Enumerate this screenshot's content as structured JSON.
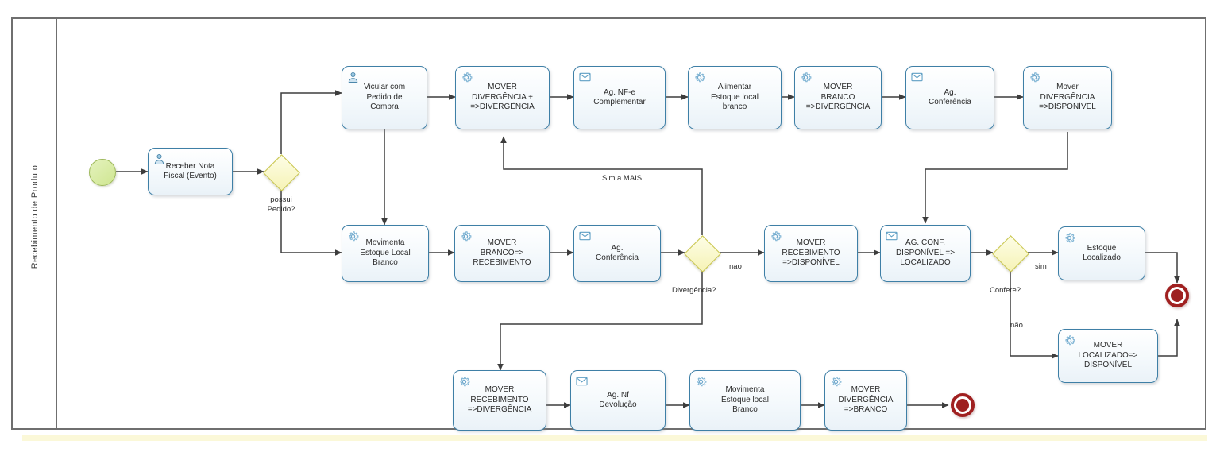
{
  "diagram": {
    "type": "bpmn-process",
    "lane_label": "Recebimento de Produto"
  },
  "events": {
    "start": {
      "name": "start-event",
      "label": ""
    },
    "end_right": {
      "name": "end-event-right",
      "label": ""
    },
    "end_bottom": {
      "name": "end-event-bottom",
      "label": ""
    }
  },
  "gateways": [
    {
      "id": "gw-possui-pedido",
      "label": "possui\nPedido?",
      "line1": "possui",
      "line2": "Pedido?"
    },
    {
      "id": "gw-divergencia",
      "label": "Divergência?",
      "line1": "Divergência?",
      "line2": ""
    },
    {
      "id": "gw-confere",
      "label": "Confere?",
      "line1": "Confere?",
      "line2": ""
    }
  ],
  "tasks": [
    {
      "id": "t-receber-nf",
      "icon": "user-icon",
      "lines": [
        "Receber Nota",
        "Fiscal (Evento)"
      ]
    },
    {
      "id": "t-vincular-pedido",
      "icon": "user-icon",
      "lines": [
        "Vicular com",
        "Pedido de",
        "Compra"
      ]
    },
    {
      "id": "t-mover-div-div",
      "icon": "gear-icon",
      "lines": [
        "MOVER",
        "DIVERGÊNCIA +",
        "=>DIVERGÊNCIA"
      ]
    },
    {
      "id": "t-ag-nfe-compl",
      "icon": "envelope-icon",
      "lines": [
        "Ag. NF-e",
        "Complementar"
      ]
    },
    {
      "id": "t-alimentar-estoque",
      "icon": "gear-icon",
      "lines": [
        "Alimentar",
        "Estoque local",
        "branco"
      ]
    },
    {
      "id": "t-mover-branco-div",
      "icon": "gear-icon",
      "lines": [
        "MOVER",
        "BRANCO",
        "=>DIVERGÊNCIA"
      ]
    },
    {
      "id": "t-ag-conferencia-1",
      "icon": "envelope-icon",
      "lines": [
        "Ag.",
        "Conferência"
      ]
    },
    {
      "id": "t-mover-div-disp",
      "icon": "gear-icon",
      "lines": [
        "Mover",
        "DIVERGÊNCIA",
        "=>DISPONÍVEL"
      ]
    },
    {
      "id": "t-movimenta-branco",
      "icon": "gear-icon",
      "lines": [
        "Movimenta",
        "Estoque Local",
        "Branco"
      ]
    },
    {
      "id": "t-mover-branco-rec",
      "icon": "gear-icon",
      "lines": [
        "MOVER",
        "BRANCO=>",
        "RECEBIMENTO"
      ]
    },
    {
      "id": "t-ag-conferencia-2",
      "icon": "envelope-icon",
      "lines": [
        "Ag.",
        "Conferência"
      ]
    },
    {
      "id": "t-mover-rec-disp",
      "icon": "gear-icon",
      "lines": [
        "MOVER",
        "RECEBIMENTO",
        "=>DISPONÍVEL"
      ]
    },
    {
      "id": "t-ag-conf-localizado",
      "icon": "envelope-icon",
      "lines": [
        "AG. CONF.",
        "DISPONÍVEL =>",
        "LOCALIZADO"
      ]
    },
    {
      "id": "t-estoque-localizado",
      "icon": "gear-icon",
      "lines": [
        "Estoque",
        "Localizado"
      ]
    },
    {
      "id": "t-mover-loc-disp",
      "icon": "gear-icon",
      "lines": [
        "MOVER",
        "LOCALIZADO=>",
        "DISPONÍVEL"
      ]
    },
    {
      "id": "t-mover-rec-div",
      "icon": "gear-icon",
      "lines": [
        "MOVER",
        "RECEBIMENTO",
        "=>DIVERGÊNCIA"
      ]
    },
    {
      "id": "t-ag-nf-devolucao",
      "icon": "envelope-icon",
      "lines": [
        "Ag. Nf",
        "Devolução"
      ]
    },
    {
      "id": "t-movimenta-local",
      "icon": "gear-icon",
      "lines": [
        "Movimenta",
        "Estoque local",
        "Branco"
      ]
    },
    {
      "id": "t-mover-div-branco",
      "icon": "gear-icon",
      "lines": [
        "MOVER",
        "DIVERGÊNCIA",
        "=>BRANCO"
      ]
    }
  ],
  "flow_labels": [
    {
      "id": "fl-sim-a-mais",
      "text": "Sim a MAIS"
    },
    {
      "id": "fl-nao",
      "text": "nao"
    },
    {
      "id": "fl-sim",
      "text": "sim"
    },
    {
      "id": "fl-nao-2",
      "text": "não"
    }
  ],
  "colors": {
    "task_border": "#3e7fa6",
    "gateway_fill": "#f6f3b6",
    "gateway_border": "#c9c64a",
    "start_fill": "#cfe691",
    "end_border": "#a02020",
    "pool_border": "#6f6f6f",
    "connector": "#3d3d3d",
    "icon_blue": "#7fb4d4",
    "bottom_strip": "#fbf8d8"
  }
}
